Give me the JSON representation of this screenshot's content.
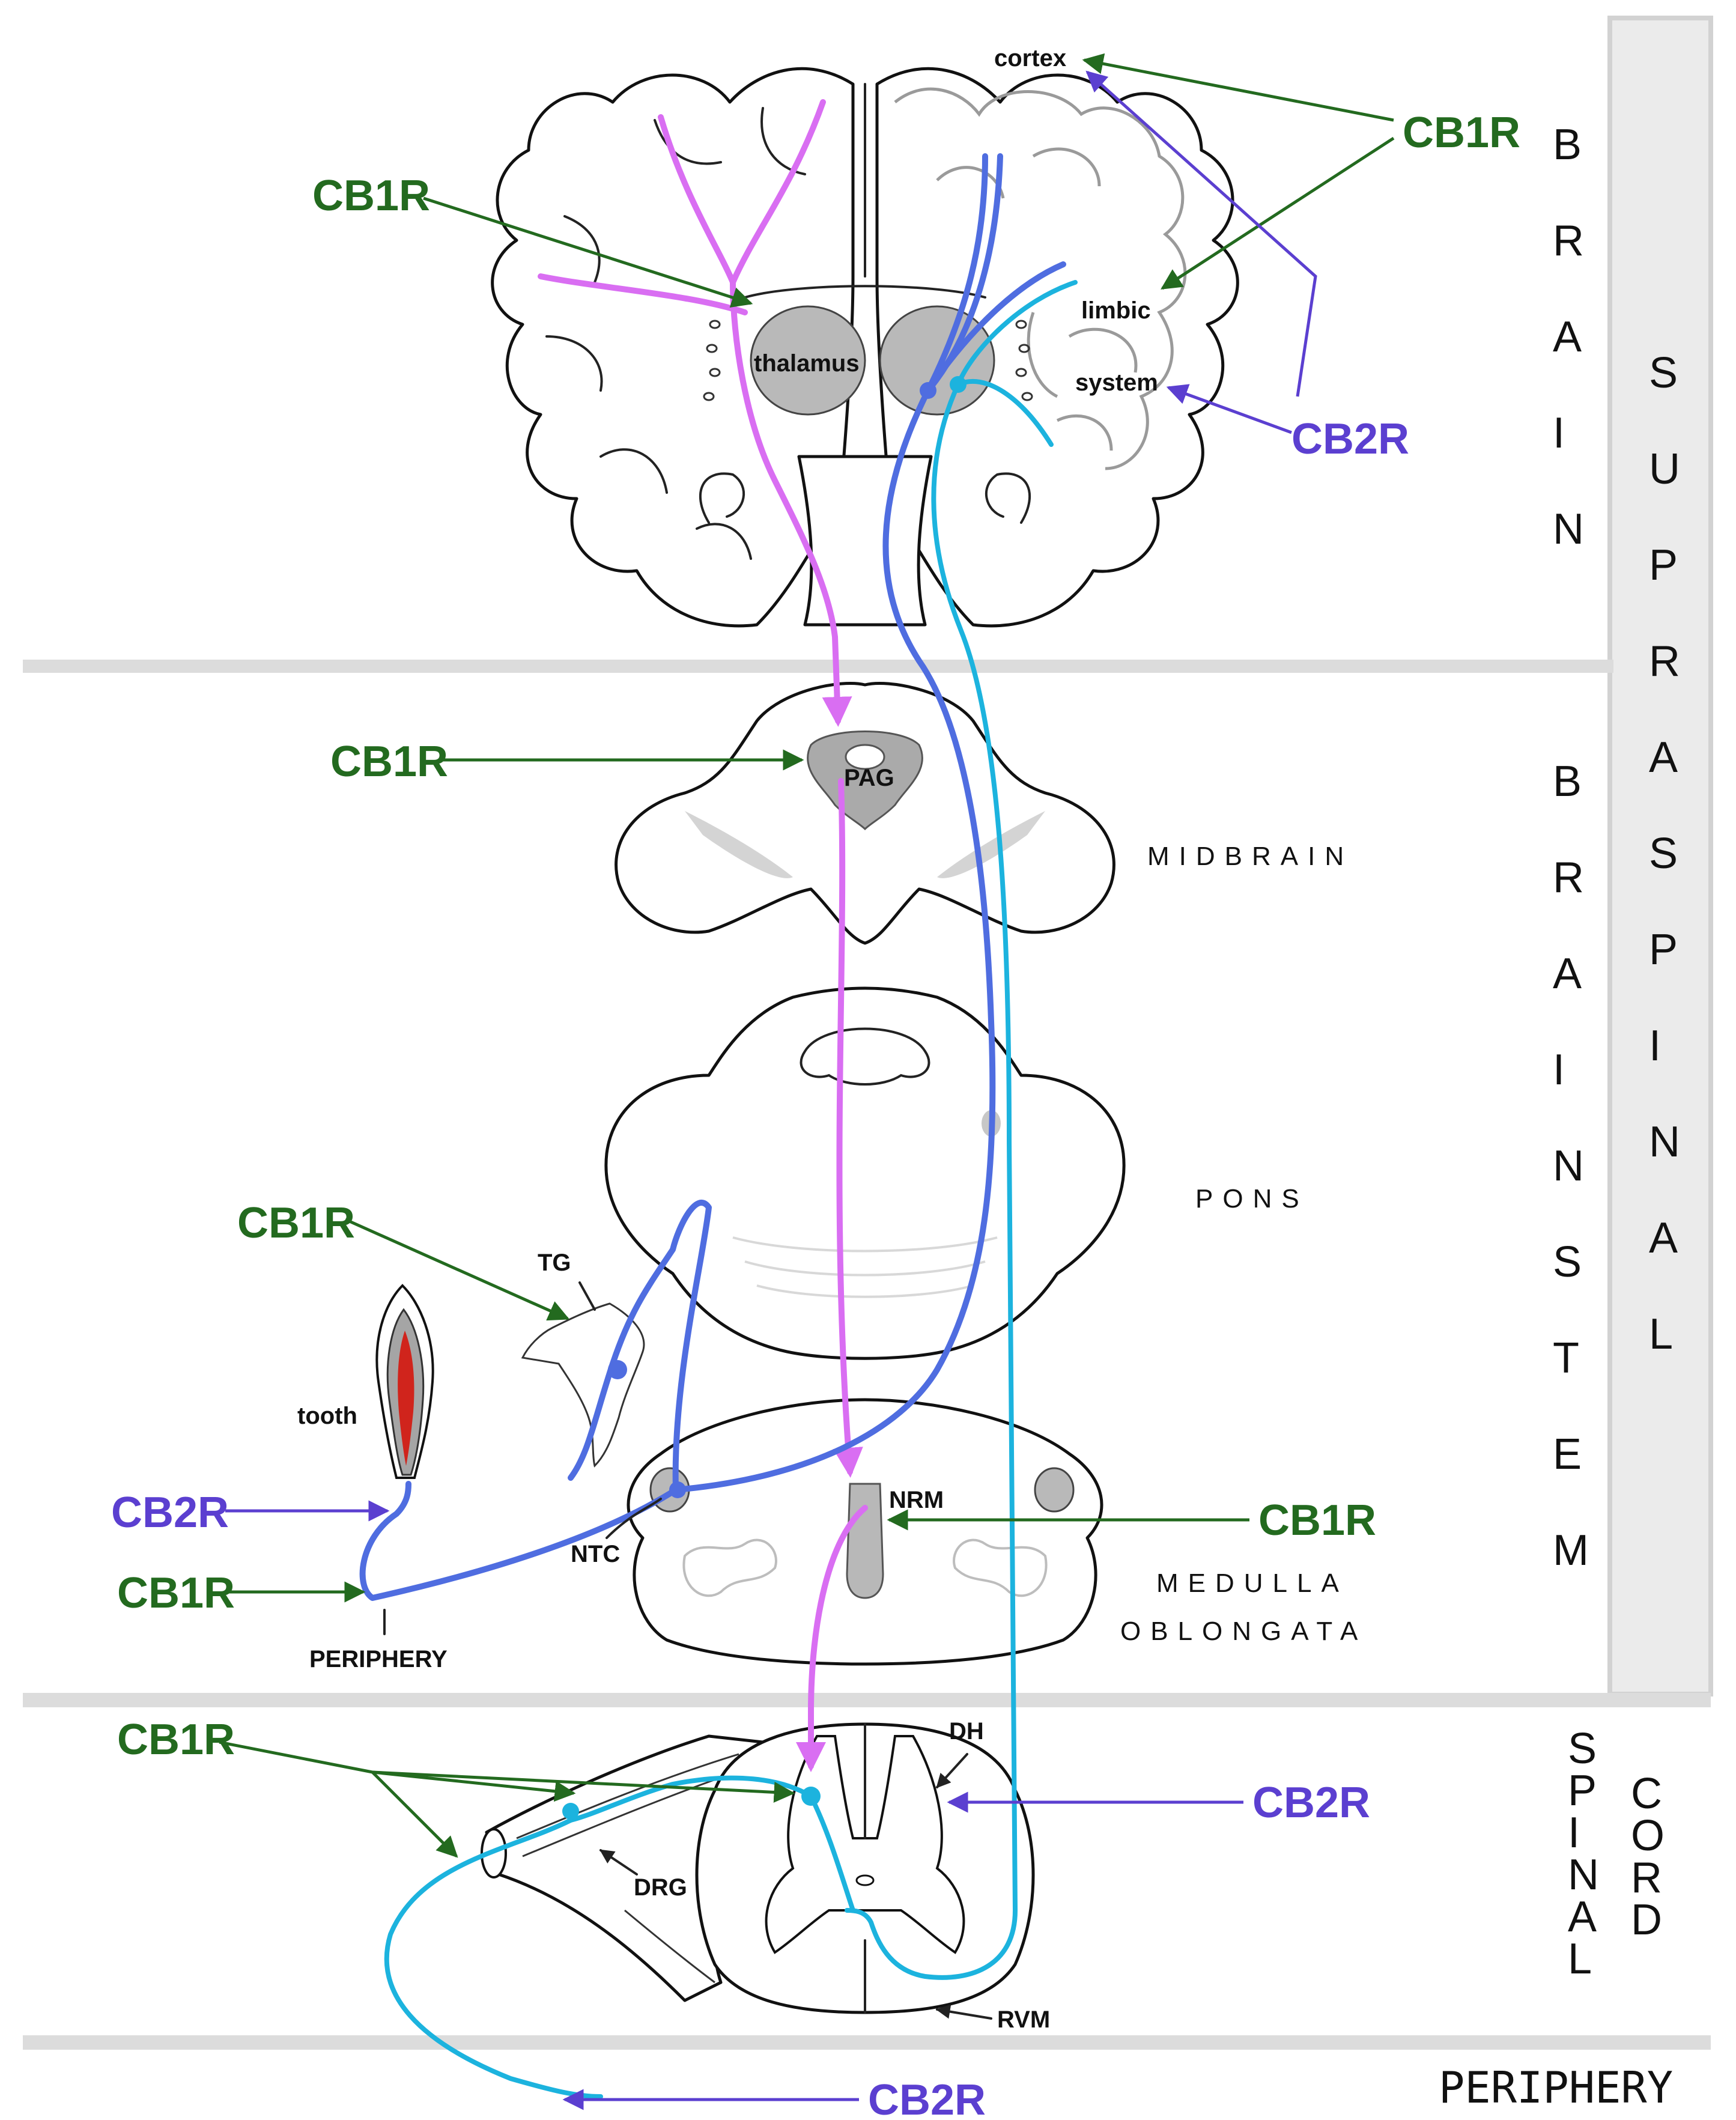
{
  "colors": {
    "cb1r": "#236a1f",
    "cb2r": "#5b3fd0",
    "magenta_pathway": "#d96ef2",
    "blue_pathway": "#4f6de0",
    "cyan_pathway": "#1cb3de",
    "band_gray": "#dcdcdc",
    "nucleus_gray": "#b9b9b9",
    "pulp_red": "#d0241c"
  },
  "receptor_labels": {
    "cb1r_cortex_limbic": "CB1R",
    "cb1r_thalamus": "CB1R",
    "cb2r_brain": "CB2R",
    "cb1r_pag": "CB1R",
    "cb1r_tg": "CB1R",
    "cb2r_periphery_trigeminal": "CB2R",
    "cb1r_periphery_trigeminal": "CB1R",
    "cb1r_nrm": "CB1R",
    "cb1r_spinal": "CB1R",
    "cb2r_dh": "CB2R",
    "cb2r_periphery_bottom": "CB2R"
  },
  "structure_labels": {
    "cortex": "cortex",
    "limbic": "limbic",
    "system": "system",
    "thalamus": "thalamus",
    "pag": "PAG",
    "midbrain": "MIDBRAIN",
    "pons": "PONS",
    "tg": "TG",
    "tooth": "tooth",
    "periphery_small": "PERIPHERY",
    "ntc": "NTC",
    "nrm": "NRM",
    "medulla_line1": "MEDULLA",
    "medulla_line2": "OBLONGATA",
    "dh": "DH",
    "drg": "DRG",
    "rvm": "RVM"
  },
  "section_labels": {
    "brain": [
      "B",
      "R",
      "A",
      "I",
      "N"
    ],
    "brainstem": [
      "B",
      "R",
      "A",
      "I",
      "N",
      "S",
      "T",
      "E",
      "M"
    ],
    "supraspinal": [
      "S",
      "U",
      "P",
      "R",
      "A",
      "S",
      "P",
      "I",
      "N",
      "A",
      "L"
    ],
    "spinal": [
      "S",
      "P",
      "I",
      "N",
      "A",
      "L"
    ],
    "cord": [
      "C",
      "O",
      "R",
      "D"
    ],
    "periphery": "PERIPHERY"
  }
}
